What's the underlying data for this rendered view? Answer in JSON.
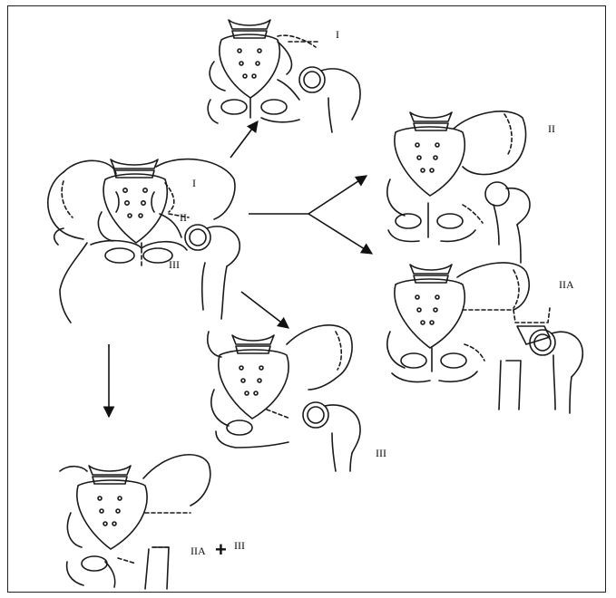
{
  "labels": {
    "main_I": "I",
    "main_II": "II",
    "main_III": "III",
    "top_I": "I",
    "right_II": "II",
    "right_IIA": "IIA",
    "mid_III": "III",
    "bottom_IIA": "IIA",
    "bottom_plus": "+",
    "bottom_III": "III"
  }
}
